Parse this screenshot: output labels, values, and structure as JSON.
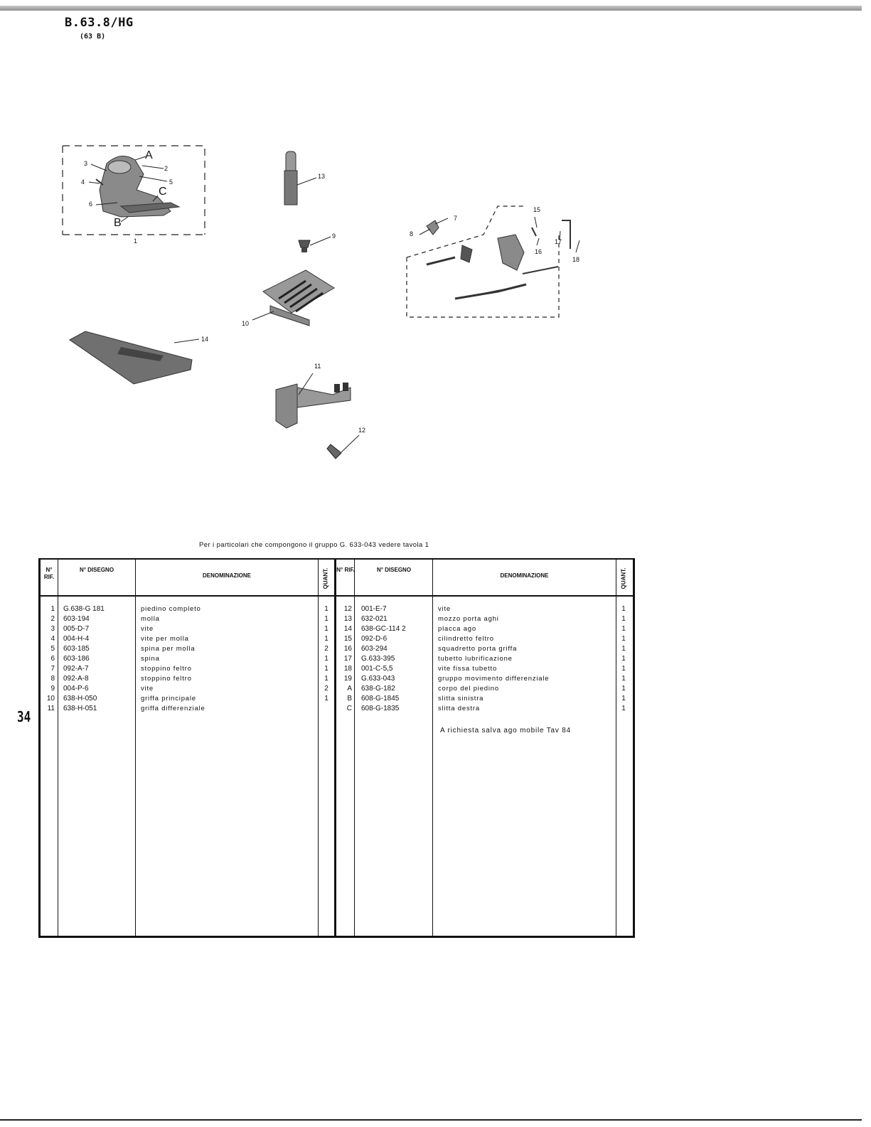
{
  "header": {
    "model": "B.63.8/HG",
    "model_sub": "(63 B)"
  },
  "page_number": "34",
  "drawing": {
    "callouts": [
      "A",
      "B",
      "C",
      "1",
      "2",
      "3",
      "4",
      "5",
      "6",
      "7",
      "8",
      "9",
      "10",
      "11",
      "12",
      "13",
      "14",
      "15",
      "16",
      "17",
      "18"
    ]
  },
  "note": "Per i particolari che compongono il gruppo G. 633-043 vedere tavola 1",
  "table": {
    "headers": {
      "rif": "N° RIF.",
      "disegno": "N° DISEGNO",
      "denominazione": "DENOMINAZIONE",
      "quant": "QUANT."
    },
    "left_rows": [
      {
        "rif": "1",
        "disegno": "G.638-G 181",
        "denominazione": "piedino completo",
        "quant": "1"
      },
      {
        "rif": "2",
        "disegno": "603-194",
        "denominazione": "molla",
        "quant": "1"
      },
      {
        "rif": "3",
        "disegno": "005-D-7",
        "denominazione": "vite",
        "quant": "1"
      },
      {
        "rif": "4",
        "disegno": "004-H-4",
        "denominazione": "vite per molla",
        "quant": "1"
      },
      {
        "rif": "5",
        "disegno": "603-185",
        "denominazione": "spina per molla",
        "quant": "2"
      },
      {
        "rif": "6",
        "disegno": "603-186",
        "denominazione": "spina",
        "quant": "1"
      },
      {
        "rif": "7",
        "disegno": "092-A-7",
        "denominazione": "stoppino feltro",
        "quant": "1"
      },
      {
        "rif": "8",
        "disegno": "092-A-8",
        "denominazione": "stoppino feltro",
        "quant": "1"
      },
      {
        "rif": "9",
        "disegno": "004-P-6",
        "denominazione": "vite",
        "quant": "2"
      },
      {
        "rif": "10",
        "disegno": "638-H-050",
        "denominazione": "griffa principale",
        "quant": "1"
      },
      {
        "rif": "11",
        "disegno": "638-H-051",
        "denominazione": "griffa differenziale",
        "quant": ""
      }
    ],
    "right_rows": [
      {
        "rif": "12",
        "disegno": "001-E-7",
        "denominazione": "vite",
        "quant": "1"
      },
      {
        "rif": "13",
        "disegno": "632-021",
        "denominazione": "mozzo porta aghi",
        "quant": "1"
      },
      {
        "rif": "14",
        "disegno": "638-GC-114 2",
        "denominazione": "placca ago",
        "quant": "1"
      },
      {
        "rif": "15",
        "disegno": "092-D-6",
        "denominazione": "cilindretto feltro",
        "quant": "1"
      },
      {
        "rif": "16",
        "disegno": "603-294",
        "denominazione": "squadretto porta griffa",
        "quant": "1"
      },
      {
        "rif": "17",
        "disegno": "G.633-395",
        "denominazione": "tubetto lubrificazione",
        "quant": "1"
      },
      {
        "rif": "18",
        "disegno": "001-C-5,5",
        "denominazione": "vite fissa tubetto",
        "quant": "1"
      },
      {
        "rif": "19",
        "disegno": "G.633-043",
        "denominazione": "gruppo movimento differenziale",
        "quant": "1"
      },
      {
        "rif": "A",
        "disegno": "638-G-182",
        "denominazione": "corpo del piedino",
        "quant": "1"
      },
      {
        "rif": "B",
        "disegno": "608-G-1845",
        "denominazione": "slitta sinistra",
        "quant": "1"
      },
      {
        "rif": "C",
        "disegno": "608-G-1835",
        "denominazione": "slitta destra",
        "quant": "1"
      }
    ],
    "footnote": "A richiesta salva ago mobile Tav 84"
  }
}
